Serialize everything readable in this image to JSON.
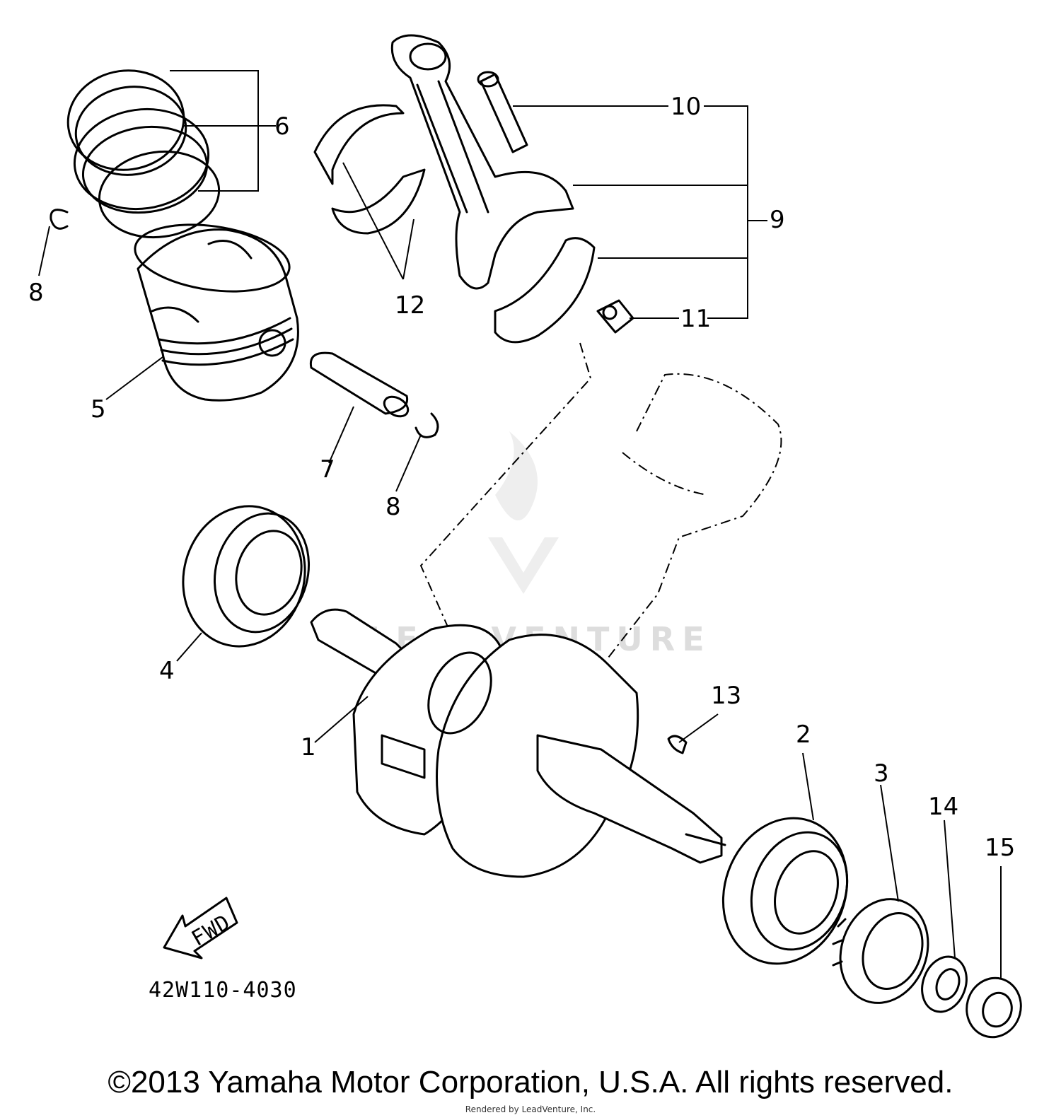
{
  "diagram": {
    "drawing_code": "42W110-4030",
    "fwd_label": "FWD",
    "watermark_text": "LEADVENTURE",
    "callouts": {
      "c1": "1",
      "c2": "2",
      "c3": "3",
      "c4": "4",
      "c5": "5",
      "c6": "6",
      "c7": "7",
      "c8a": "8",
      "c8b": "8",
      "c9": "9",
      "c10": "10",
      "c11": "11",
      "c12": "12",
      "c13": "13",
      "c14": "14",
      "c15": "15"
    }
  },
  "footer": {
    "copyright": "©2013 Yamaha Motor Corporation, U.S.A. All rights reserved.",
    "render_credit": "Rendered by LeadVenture, Inc."
  }
}
